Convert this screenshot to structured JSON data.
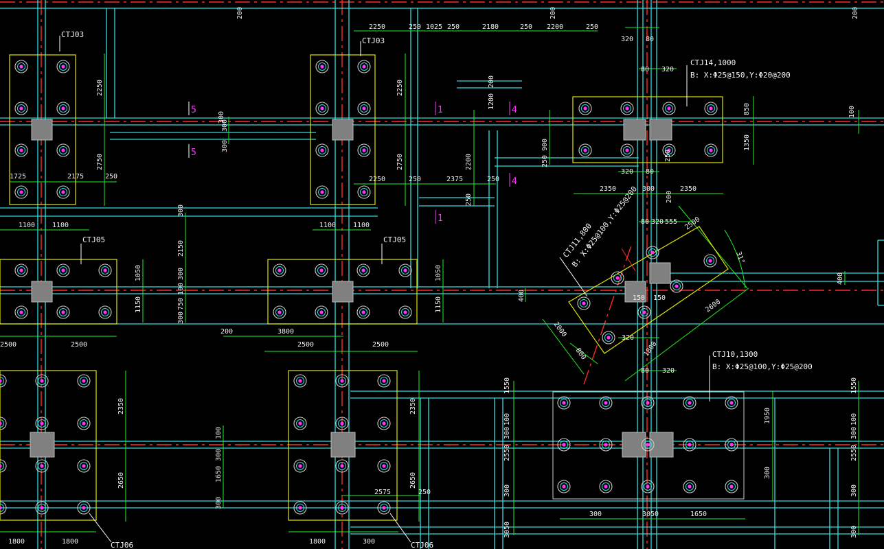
{
  "colors": {
    "background": "#000000",
    "wall": "#33dddd",
    "axis": "#ff2a2a",
    "dimension": "#22ee22",
    "pile_cap": "#e6e600",
    "column": "#808080",
    "section_mark": "#ff33ff",
    "text": "#f0f0f0"
  },
  "cap_labels": [
    "CTJ03",
    "CTJ03",
    "CTJ05",
    "CTJ05",
    "CTJ06",
    "CTJ06",
    "CTJ14,1000",
    "B: X:Φ25@150,Y:Φ20@200",
    "CTJ11,800",
    "B: X:Φ25@100,Y:Φ25@200",
    "CTJ10,1300",
    "B: X:Φ25@100,Y:Φ25@200"
  ],
  "section_marks": [
    "5",
    "5",
    "1",
    "1",
    "4",
    "4"
  ],
  "dimension_labels": [
    "2250",
    "250",
    "1025",
    "250",
    "2180",
    "250",
    "2200",
    "250",
    "200",
    "200",
    "200",
    "320",
    "80",
    "80",
    "320",
    "2250",
    "2750",
    "1725",
    "2175",
    "250",
    "300",
    "300",
    "2250",
    "2750",
    "2250",
    "250",
    "2375",
    "250",
    "2200",
    "250",
    "1200",
    "200",
    "900",
    "250",
    "850",
    "1350",
    "2350",
    "300",
    "2350",
    "320",
    "80",
    "200",
    "250",
    "1100",
    "1100",
    "1100",
    "1100",
    "300",
    "2150",
    "300",
    "100",
    "750",
    "300",
    "1050",
    "1150",
    "1050",
    "1150",
    "400",
    "80",
    "320",
    "555",
    "31°",
    "150",
    "150",
    "2600",
    "2500",
    "2000",
    "800",
    "320",
    "1800",
    "80",
    "320",
    "400",
    "200",
    "3800",
    "2500",
    "2500",
    "2500",
    "2500",
    "2350",
    "2650",
    "100",
    "300",
    "1650",
    "300",
    "2350",
    "2650",
    "2575",
    "250",
    "1800",
    "1800",
    "1800",
    "300",
    "1550",
    "100",
    "300",
    "2550",
    "300",
    "3050",
    "300",
    "3050",
    "1650",
    "1950",
    "300",
    "1550",
    "100",
    "300",
    "2550",
    "300",
    "300",
    "100",
    "300"
  ]
}
